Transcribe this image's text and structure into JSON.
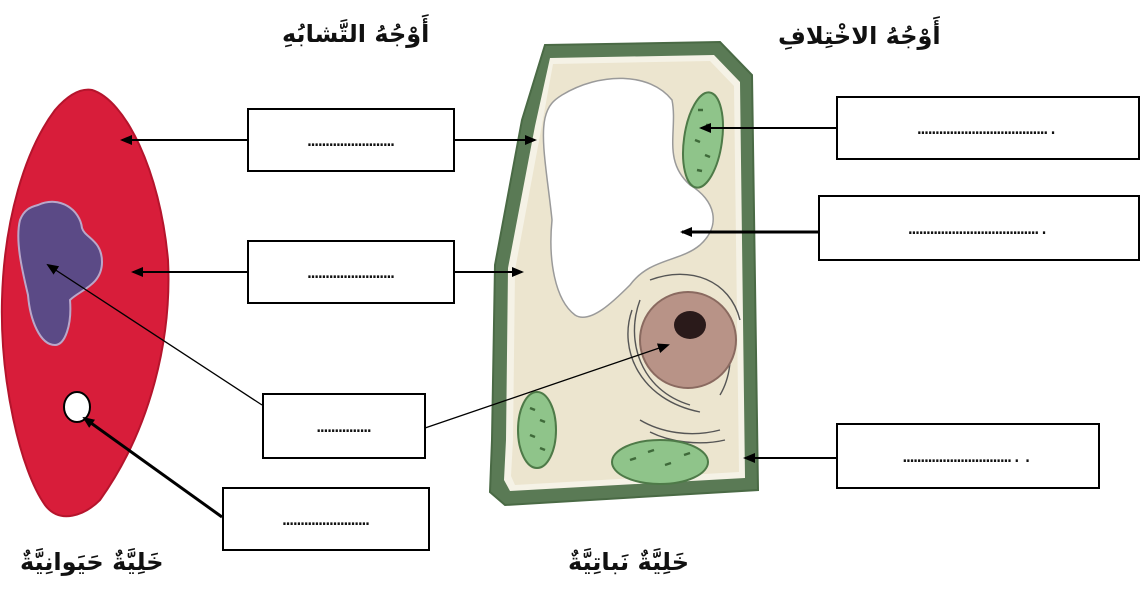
{
  "headings": {
    "similarities": "أَوْجُهُ التَّشابُهِ",
    "differences": "أَوْجُهُ الاخْتِلافِ"
  },
  "captions": {
    "animal_cell": "خَلِيَّةٌ حَيَوانِيَّةٌ",
    "plant_cell": "خَلِيَّةٌ نَباتِيَّةٌ"
  },
  "answer_boxes": {
    "similar_1": "……………………",
    "similar_2": "……………………",
    "nucleus": "……………",
    "vacuole_small": "……………………",
    "chloroplast": "……………………………….",
    "large_vacuole": "……………………………….",
    "cell_wall": "………………………….."
  },
  "colors": {
    "animal_cytoplasm": "#d81d3a",
    "animal_nucleus": "#5b4a86",
    "plant_wall": "#5a7a55",
    "plant_cytoplasm": "#ece5cf",
    "chloroplast": "#8fc48a",
    "plant_nucleus": "#b89387"
  }
}
